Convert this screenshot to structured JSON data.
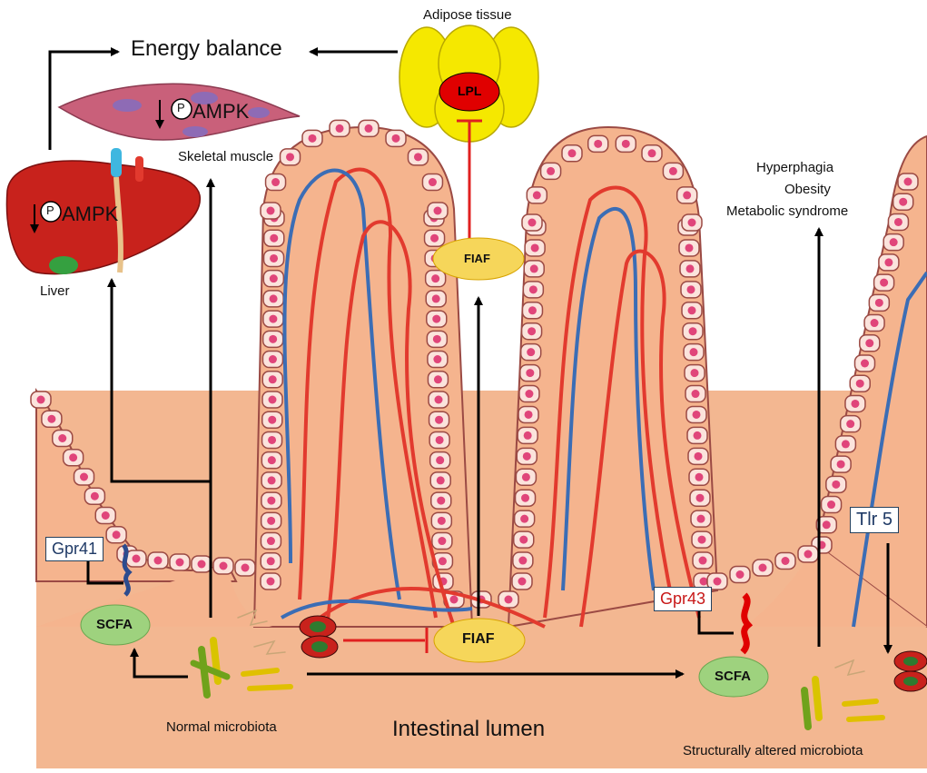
{
  "labels": {
    "energy_balance": "Energy balance",
    "adipose_tissue": "Adipose tissue",
    "lpl": "LPL",
    "fiaf_top": "FIAF",
    "fiaf_bottom": "FIAF",
    "skeletal_muscle": "Skeletal muscle",
    "liver": "Liver",
    "ampk_muscle": "AMPK",
    "ampk_liver": "AMPK",
    "phospho": "P",
    "hyperphagia": "Hyperphagia",
    "obesity": "Obesity",
    "metabolic_syndrome": "Metabolic syndrome",
    "gpr41": "Gpr41",
    "gpr43": "Gpr43",
    "tlr5": "Tlr 5",
    "scfa_left": "SCFA",
    "scfa_right": "SCFA",
    "normal_microbiota": "Normal microbiota",
    "intestinal_lumen": "Intestinal lumen",
    "altered_microbiota": "Structurally altered microbiota"
  },
  "colors": {
    "lumen": "#f3b791",
    "tissue": "#f5b48e",
    "cell_fill": "#fbe3dc",
    "cell_border": "#9b4a44",
    "nucleus": "#e0457a",
    "vessel_red": "#e23a2e",
    "vessel_blue": "#3b6db5",
    "inhibit_red": "#e02020",
    "liver": "#c8221c",
    "muscle": "#c9607a",
    "adipose": "#f5e800",
    "lpl": "#e00000",
    "fiaf": "#f6d65a",
    "scfa": "#9ed27e",
    "text_red": "#c81818",
    "text_blue": "#1f3a66"
  },
  "icons": [
    "liver-icon",
    "muscle-icon",
    "adipose-icon",
    "receptor-icon",
    "bacteria-icon"
  ]
}
